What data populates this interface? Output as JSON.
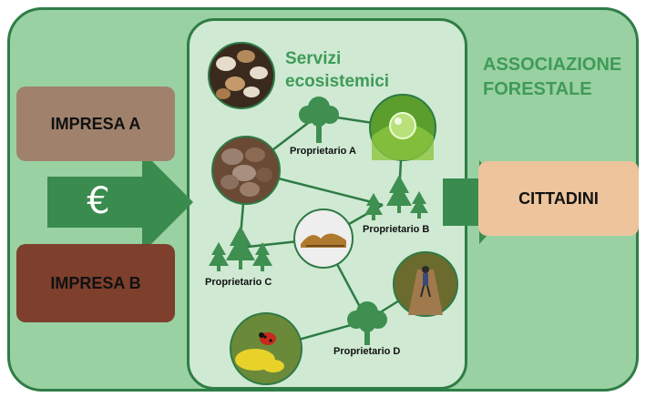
{
  "organization": {
    "line1": "ASSOCIAZIONE",
    "line2": "FORESTALE"
  },
  "services": {
    "line1": "Servizi",
    "line2": "ecosistemici"
  },
  "companies": {
    "a": "IMPRESA A",
    "b": "IMPRESA B"
  },
  "citizens": "CITTADINI",
  "payment_symbol": "€",
  "owners": {
    "a": "Proprietario A",
    "b": "Proprietario B",
    "c": "Proprietario C",
    "d": "Proprietario D"
  },
  "colors": {
    "outer_bg": "#99d1a2",
    "inner_bg": "#cfe9d3",
    "border": "#2f7d46",
    "title_green": "#3f9b57",
    "arrow_green": "#3a8b4e",
    "impresa_a": "#a0826c",
    "impresa_b": "#7e3f2d",
    "cittadini": "#edc49c"
  }
}
